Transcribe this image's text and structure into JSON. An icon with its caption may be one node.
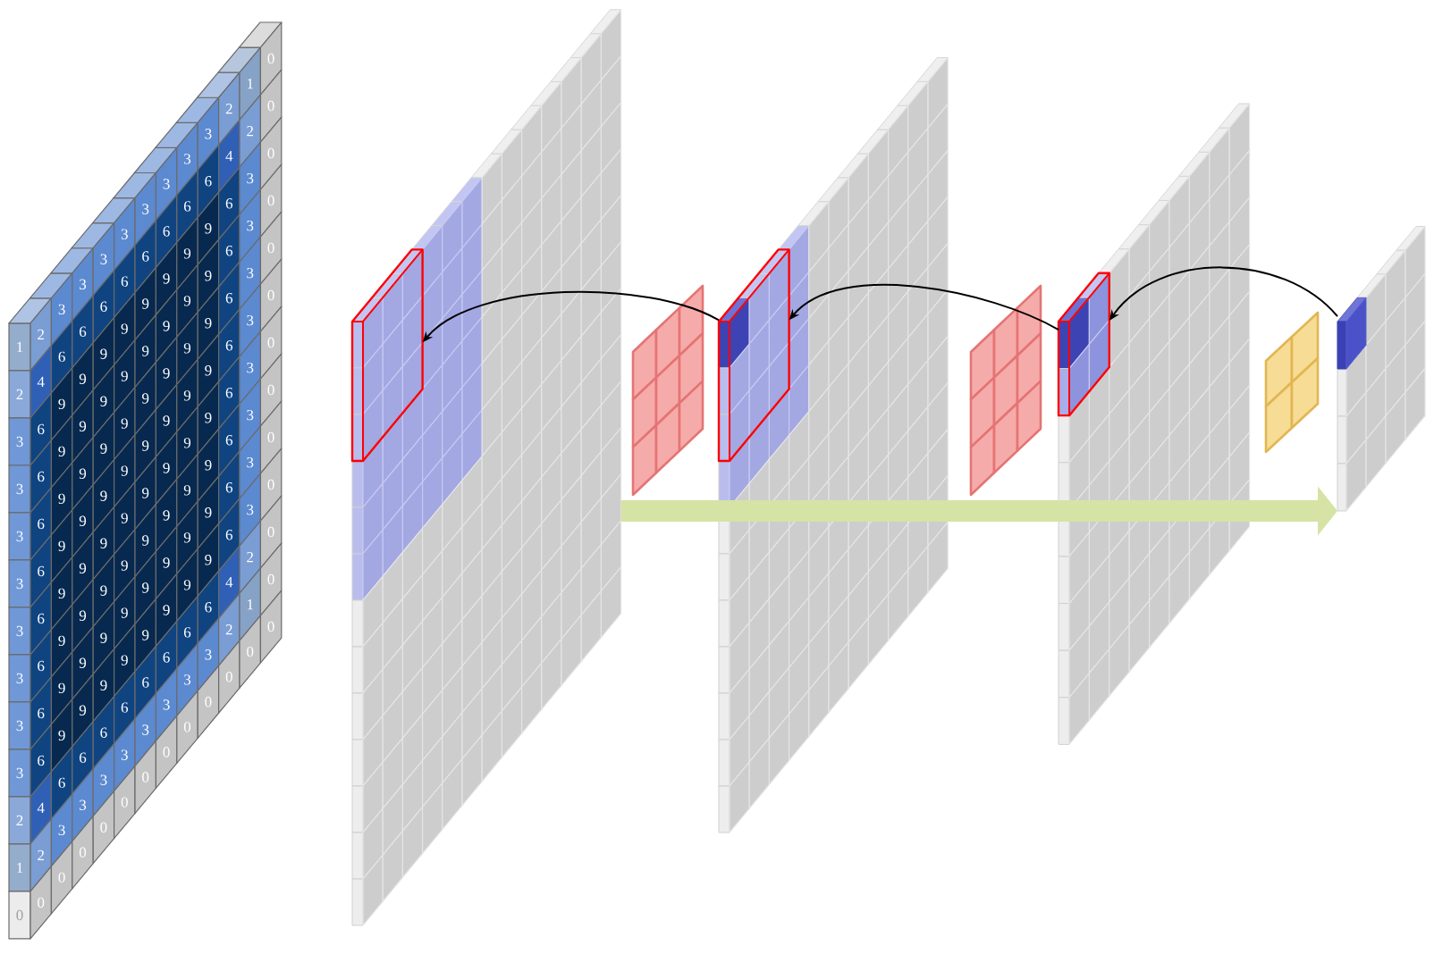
{
  "diagram": {
    "nodes": [
      {
        "text": [],
        "shape": "box"
      },
      {
        "text": [],
        "shape": "box",
        "in": 0
      },
      {
        "text": [],
        "shape": "box"
      },
      {
        "text": [],
        "shape": "box",
        "in": 2
      },
      {
        "text": [],
        "shape": "box"
      },
      {
        "text": [],
        "shape": "box",
        "in": 4
      },
      {
        "text": [],
        "shape": "box"
      },
      {
        "text": [],
        "shape": "box",
        "in": 6
      }
    ],
    "edges": [
      {
        "from": 3,
        "to": 1,
        "arrow": "to"
      },
      {
        "from": 5,
        "to": 3,
        "arrow": "to"
      },
      {
        "from": 7,
        "to": 5,
        "arrow": "to"
      },
      {
        "from": 0,
        "to": 6,
        "arrow": "to",
        "style": "thick",
        "color": "#d5e3a5"
      }
    ],
    "labels": [
      "1",
      "2",
      "3",
      "3",
      "3",
      "3",
      "3",
      "3",
      "3",
      "3",
      "2",
      "1",
      "0",
      "2",
      "4",
      "6",
      "6",
      "6",
      "6",
      "6",
      "6",
      "6",
      "6",
      "4",
      "2",
      "0",
      "3",
      "6",
      "9",
      "9",
      "9",
      "9",
      "9",
      "9",
      "9",
      "9",
      "6",
      "3",
      "0",
      "3",
      "6",
      "9",
      "9",
      "9",
      "9",
      "9",
      "9",
      "9",
      "9",
      "6",
      "3",
      "0",
      "3",
      "6",
      "9",
      "9",
      "9",
      "9",
      "9",
      "9",
      "9",
      "9",
      "6",
      "3",
      "0",
      "3",
      "6",
      "9",
      "9",
      "9",
      "9",
      "9",
      "9",
      "9",
      "9",
      "6",
      "3",
      "0",
      "3",
      "6",
      "9",
      "9",
      "9",
      "9",
      "9",
      "9",
      "9",
      "9",
      "6",
      "3",
      "0",
      "3",
      "6",
      "9",
      "9",
      "9",
      "9",
      "9",
      "9",
      "9",
      "9",
      "6",
      "3",
      "0",
      "3",
      "6",
      "9",
      "9",
      "9",
      "9",
      "9",
      "9",
      "9",
      "9",
      "6",
      "3",
      "0",
      "3",
      "6",
      "9",
      "9",
      "9",
      "9",
      "9",
      "9",
      "9",
      "9",
      "6",
      "3",
      "0",
      "2",
      "4",
      "6",
      "6",
      "6",
      "6",
      "6",
      "6",
      "6",
      "6",
      "4",
      "2",
      "0",
      "1",
      "2",
      "3",
      "3",
      "3",
      "3",
      "3",
      "3",
      "3",
      "3",
      "2",
      "1",
      "0",
      "0",
      "0",
      "0",
      "0",
      "0",
      "0",
      "0",
      "0",
      "0",
      "0",
      "0",
      "0",
      "0"
    ]
  }
}
